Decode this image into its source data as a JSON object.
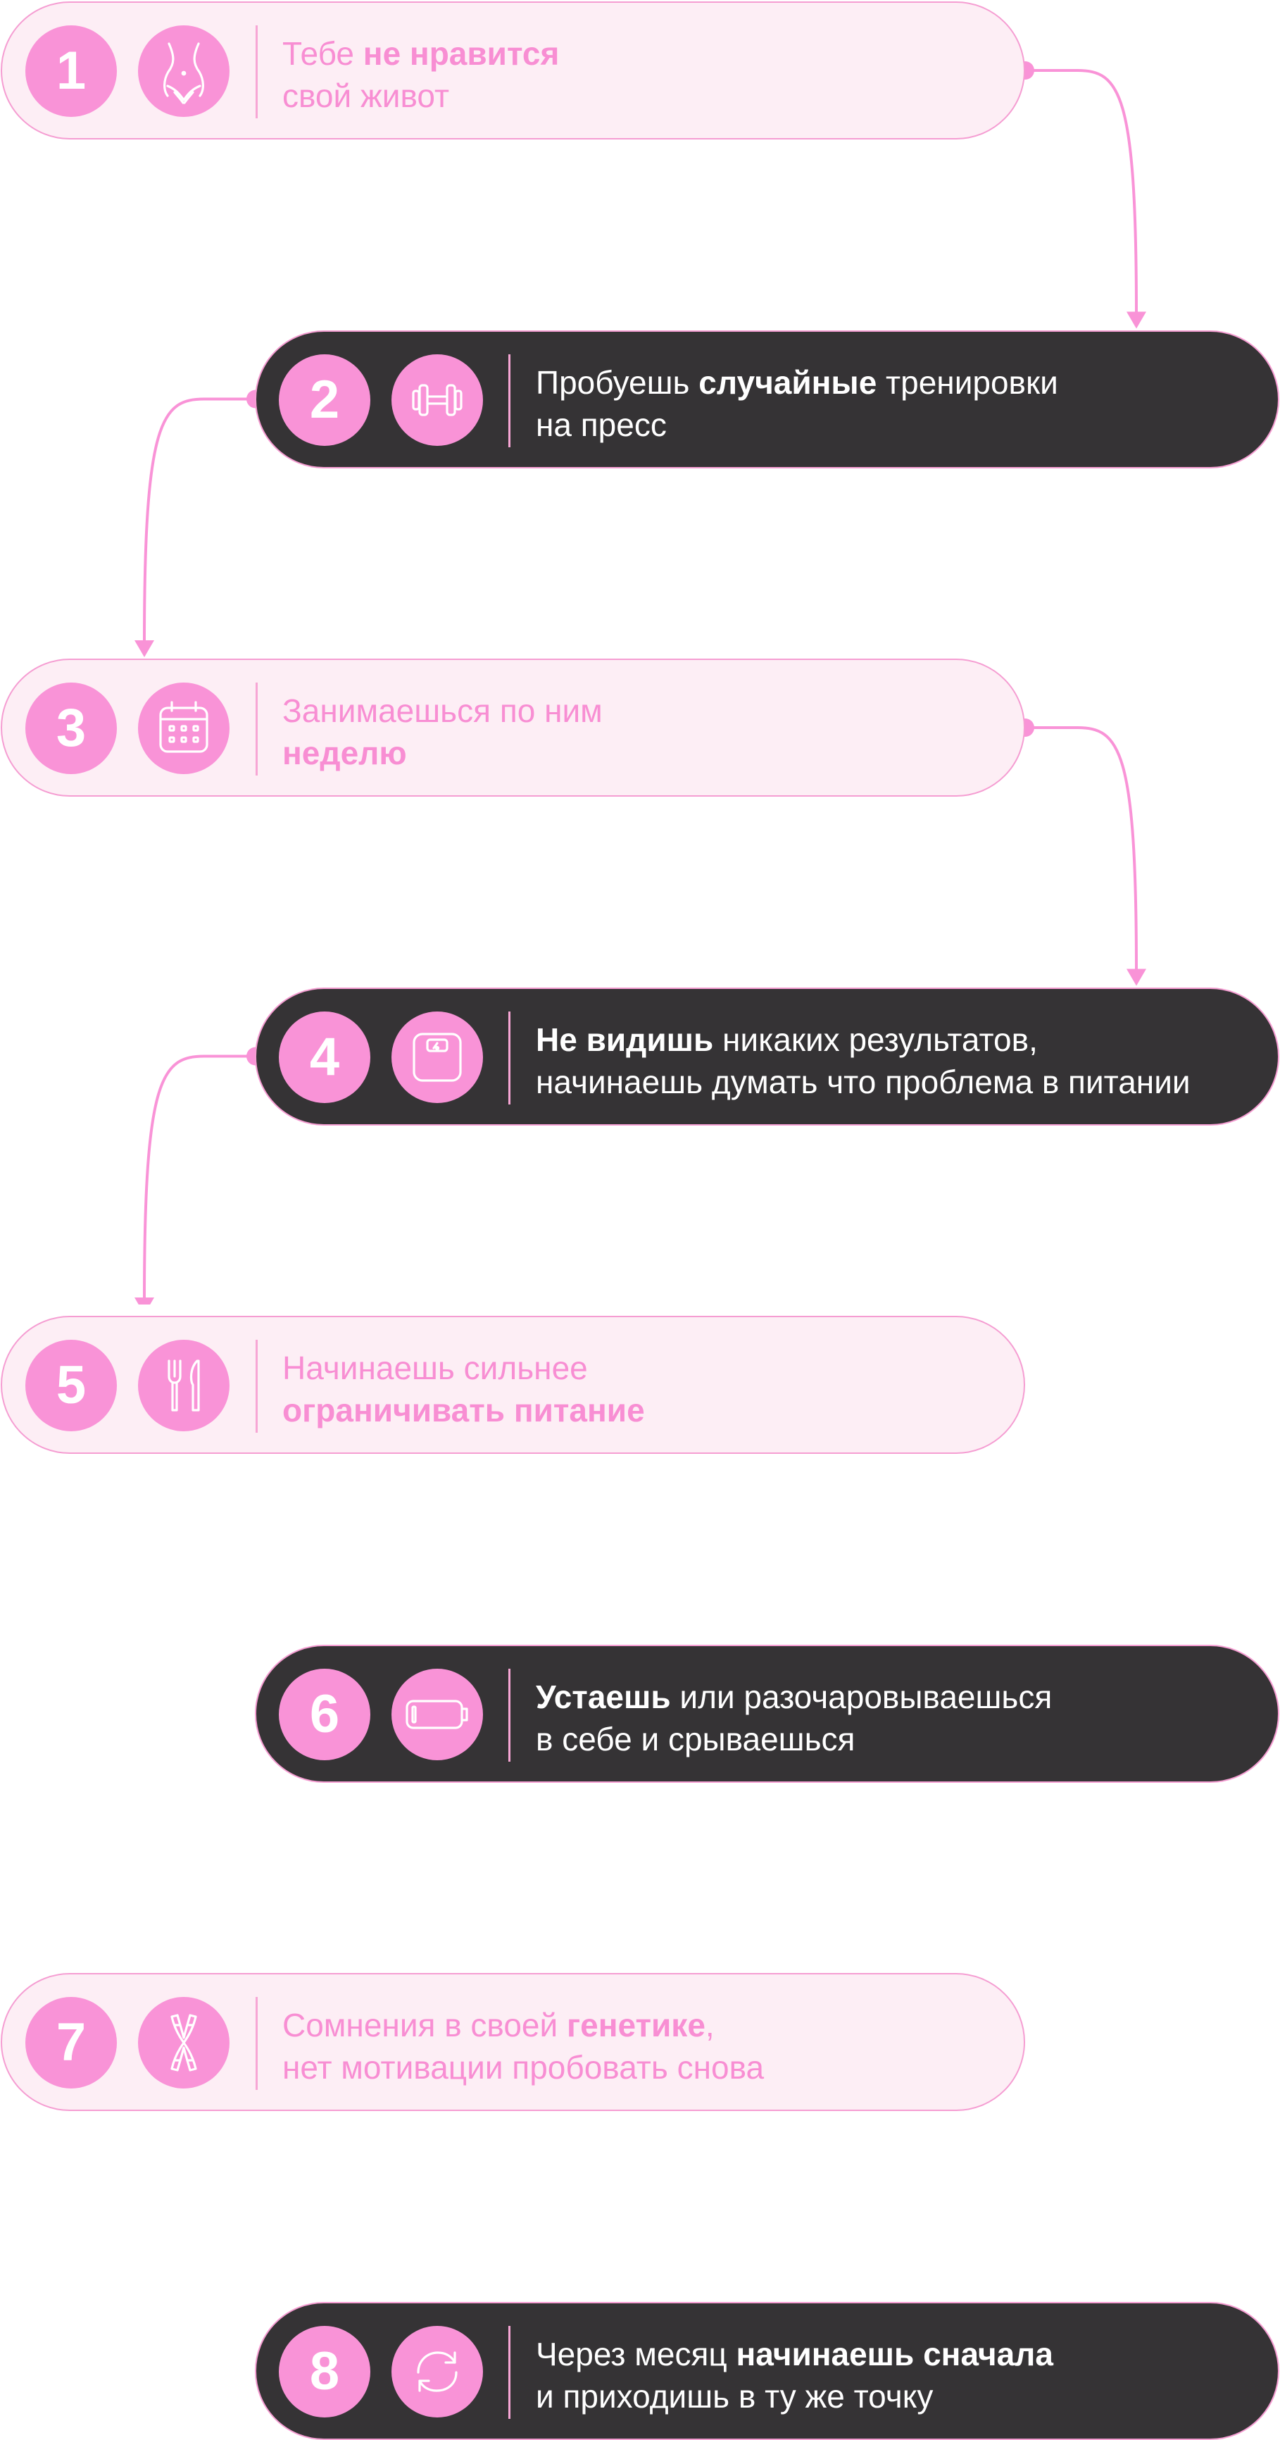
{
  "steps": [
    {
      "number": "1",
      "icon": "belly-icon",
      "line1": [
        {
          "t": "Тебе ",
          "b": false
        },
        {
          "t": "не нравится",
          "b": true
        }
      ],
      "line2": [
        {
          "t": "свой живот",
          "b": false
        }
      ]
    },
    {
      "number": "2",
      "icon": "dumbbell-icon",
      "line1": [
        {
          "t": "Пробуешь ",
          "b": false
        },
        {
          "t": "случайные",
          "b": true
        },
        {
          "t": " тренировки",
          "b": false
        }
      ],
      "line2": [
        {
          "t": "на пресс",
          "b": false
        }
      ]
    },
    {
      "number": "3",
      "icon": "calendar-icon",
      "line1": [
        {
          "t": "Занимаешься по ним",
          "b": false
        }
      ],
      "line2": [
        {
          "t": "неделю",
          "b": true
        }
      ]
    },
    {
      "number": "4",
      "icon": "scale-icon",
      "line1": [
        {
          "t": "Не видишь",
          "b": true
        },
        {
          "t": " никаких результатов,",
          "b": false
        }
      ],
      "line2": [
        {
          "t": "начинаешь думать что проблема в питании",
          "b": false
        }
      ]
    },
    {
      "number": "5",
      "icon": "fork-knife-icon",
      "line1": [
        {
          "t": "Начинаешь сильнее",
          "b": false
        }
      ],
      "line2": [
        {
          "t": "ограничивать питание",
          "b": true
        }
      ]
    },
    {
      "number": "6",
      "icon": "low-battery-icon",
      "line1": [
        {
          "t": "Устаешь",
          "b": true
        },
        {
          "t": " или разочаровываешься",
          "b": false
        }
      ],
      "line2": [
        {
          "t": "в себе и срываешься",
          "b": false
        }
      ]
    },
    {
      "number": "7",
      "icon": "chromosome-icon",
      "line1": [
        {
          "t": "Сомнения в своей ",
          "b": false
        },
        {
          "t": "генетике",
          "b": true
        },
        {
          "t": ",",
          "b": false
        }
      ],
      "line2": [
        {
          "t": "нет мотивации пробовать снова",
          "b": false
        }
      ]
    },
    {
      "number": "8",
      "icon": "refresh-icon",
      "line1": [
        {
          "t": "Через месяц ",
          "b": false
        },
        {
          "t": "начинаешь сначала",
          "b": true
        }
      ],
      "line2": [
        {
          "t": "и приходишь в ту же точку",
          "b": false
        }
      ]
    }
  ],
  "colors": {
    "accent_pink": "#f993d7",
    "light_card_bg": "#fdeef5",
    "dark_card_bg": "#353335",
    "border_pink": "#f59dd2",
    "light_text": "#f88ed3",
    "dark_text": "#ffffff"
  }
}
